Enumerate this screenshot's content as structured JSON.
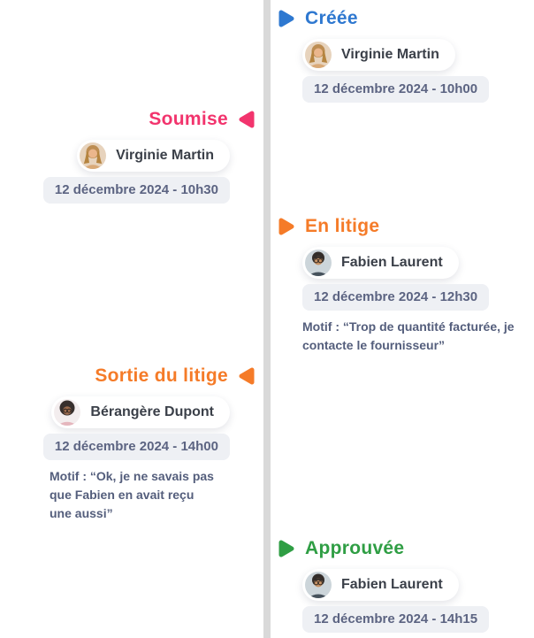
{
  "ui": {
    "spine_color": "#d9d9d9",
    "background_color": "#ffffff",
    "date_pill_bg": "#eef0f4"
  },
  "timeline": {
    "events": [
      {
        "id": "creee",
        "title": "Créée",
        "side": "right",
        "color": "#2e78d0",
        "person": "Virginie Martin",
        "avatar": "virginie-martin",
        "timestamp": "12 décembre 2024 - 10h00",
        "motif": ""
      },
      {
        "id": "soumise",
        "title": "Soumise",
        "side": "left",
        "color": "#f2346d",
        "person": "Virginie Martin",
        "avatar": "virginie-martin",
        "timestamp": "12 décembre 2024 - 10h30",
        "motif": ""
      },
      {
        "id": "en-litige",
        "title": "En litige",
        "side": "right",
        "color": "#f57b28",
        "person": "Fabien Laurent",
        "avatar": "fabien-laurent",
        "timestamp": "12 décembre 2024 - 12h30",
        "motif": "Motif : “Trop de quantité facturée, je contacte le fournisseur”"
      },
      {
        "id": "sortie-du-litige",
        "title": "Sortie du litige",
        "side": "left",
        "color": "#f57b28",
        "person": "Bérangère Dupont",
        "avatar": "berangere-dupont",
        "timestamp": "12 décembre 2024 - 14h00",
        "motif": "Motif : “Ok, je ne savais pas que Fabien en avait reçu une aussi”"
      },
      {
        "id": "approuvee",
        "title": "Approuvée",
        "side": "right",
        "color": "#2f9e44",
        "person": "Fabien Laurent",
        "avatar": "fabien-laurent",
        "timestamp": "12 décembre 2024 - 14h15",
        "motif": ""
      }
    ]
  }
}
